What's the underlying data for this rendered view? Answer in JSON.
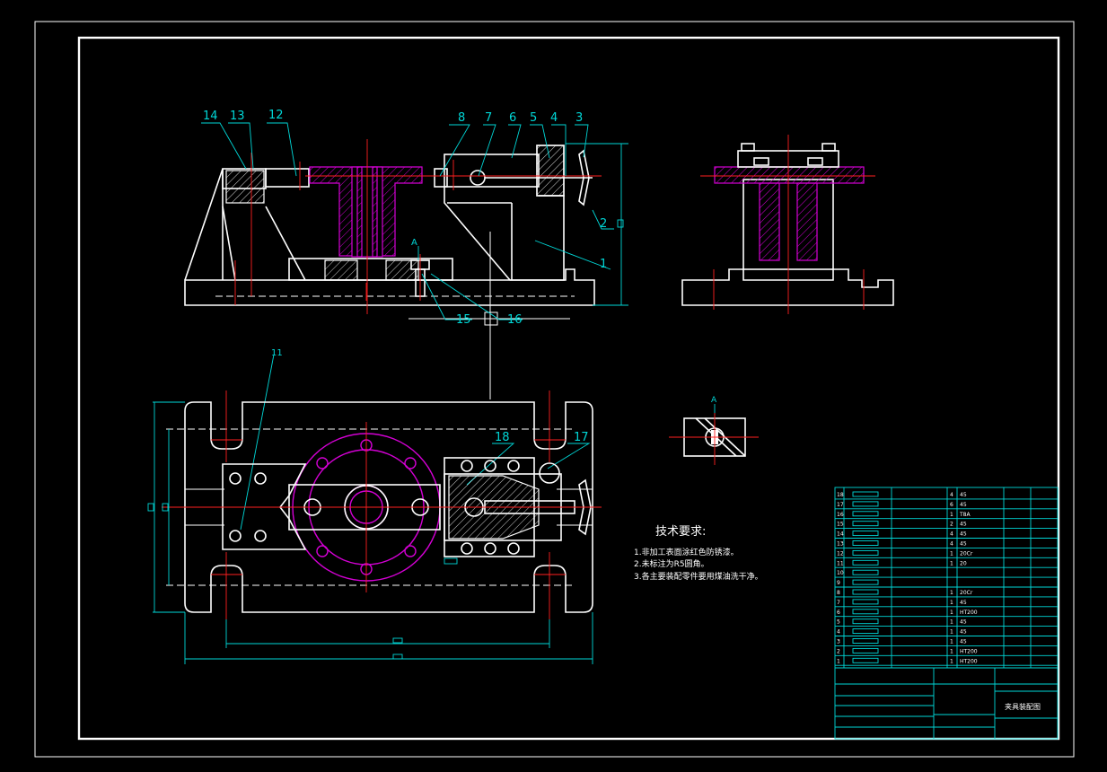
{
  "part_labels": [
    "14",
    "13",
    "12",
    "8",
    "7",
    "6",
    "5",
    "4",
    "3",
    "2",
    "1",
    "15",
    "16",
    "11",
    "18",
    "17"
  ],
  "section_mark": "A",
  "view_label": "A",
  "tech_req": {
    "title": "技术要求:",
    "items": [
      "1.非加工表面涂红色防锈漆。",
      "2.未标注为R5圆角。",
      "3.各主要装配零件要用煤油洗干净。"
    ]
  },
  "parts_list": {
    "rows": [
      {
        "no": "18",
        "qty": "4",
        "material": "45"
      },
      {
        "no": "17",
        "qty": "6",
        "material": "45"
      },
      {
        "no": "16",
        "qty": "1",
        "material": "T8A"
      },
      {
        "no": "15",
        "qty": "2",
        "material": "45"
      },
      {
        "no": "14",
        "qty": "4",
        "material": "45"
      },
      {
        "no": "13",
        "qty": "4",
        "material": "45"
      },
      {
        "no": "12",
        "qty": "1",
        "material": "20Cr"
      },
      {
        "no": "11",
        "qty": "1",
        "material": "20"
      },
      {
        "no": "10",
        "qty": "",
        "material": ""
      },
      {
        "no": "9",
        "qty": "",
        "material": ""
      },
      {
        "no": "8",
        "qty": "1",
        "material": "20Cr"
      },
      {
        "no": "7",
        "qty": "1",
        "material": "45"
      },
      {
        "no": "6",
        "qty": "1",
        "material": "HT200"
      },
      {
        "no": "5",
        "qty": "1",
        "material": "45"
      },
      {
        "no": "4",
        "qty": "1",
        "material": "45"
      },
      {
        "no": "3",
        "qty": "1",
        "material": "45"
      },
      {
        "no": "2",
        "qty": "1",
        "material": "HT200"
      },
      {
        "no": "1",
        "qty": "1",
        "material": "HT200"
      }
    ]
  },
  "title_block": {
    "drawing_name": "夹具装配图"
  },
  "colors": {
    "background": "#000000",
    "outline": "#ffffff",
    "centerline": "#ff2020",
    "dimension": "#00d7d7",
    "section": "#d400d4"
  }
}
